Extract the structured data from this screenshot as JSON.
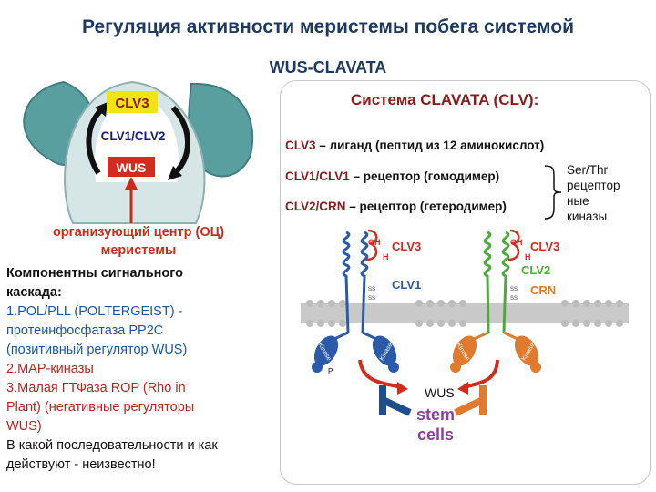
{
  "title_line1": "Регуляция активности меристемы побега системой",
  "title_line2": "WUS-CLAVATA",
  "meristem": {
    "clv3_label": "CLV3",
    "clv12_label": "CLV1/CLV2",
    "wus_label": "WUS",
    "oc_line1": "организующий центр (ОЦ)",
    "oc_line2": "меристемы"
  },
  "components": {
    "heading1": "Компонентны сигнального",
    "heading2": "каскада:",
    "item1a": "1.POL/PLL (POLTERGEIST) -",
    "item1b": "протеинфосфатаза PP2C",
    "item1c": "(позитивный регулятор WUS)",
    "item2": "2.MAP-киназы",
    "item3a": "3.Малая ГТФаза ROP (Rho in",
    "item3b": "Plant) (негативные регуляторы",
    "item3c": "WUS)",
    "footer1": "В какой последовательности и как",
    "footer2": "действуют - неизвестно!"
  },
  "system": {
    "title": "Система CLAVATA (CLV):",
    "clv3_name": "CLV3",
    "clv3_desc": " – лиганд (пептид из 12 аминокислот)",
    "clv1_name": "CLV1/CLV1",
    "clv1_desc": " – рецептор (гомодимер)",
    "clv2_name": "CLV2/CRN",
    "clv2_desc": " – рецептор (гетеродимер)",
    "side_note1": "Ser/Thr",
    "side_note2": "рецептор",
    "side_note3": "ные",
    "side_note4": "киназы"
  },
  "figure": {
    "oh1": "OH",
    "oh2": "OH",
    "h1": "H",
    "h2": "H",
    "ss1": "SS",
    "ss2": "SS",
    "ss3": "SS",
    "ss4": "SS",
    "clv3_a": "CLV3",
    "clv3_b": "CLV3",
    "clv1": "CLV1",
    "clv2": "CLV2",
    "crn": "CRN",
    "kinase1": "Kinase",
    "kinase2": "Kinase",
    "kinase3": "Kinase",
    "kinase4": "Kinase",
    "p": "P",
    "wus": "WUS",
    "stem1": "stem",
    "stem2": "cells"
  },
  "colors": {
    "title": "#1f3a5f",
    "clv1_blue": "#2a5aa8",
    "clv2_orange": "#e07a2e",
    "clv3_green": "#4caa3c",
    "wus_red": "#d32b1e",
    "stem_purple": "#8a3fa0"
  }
}
